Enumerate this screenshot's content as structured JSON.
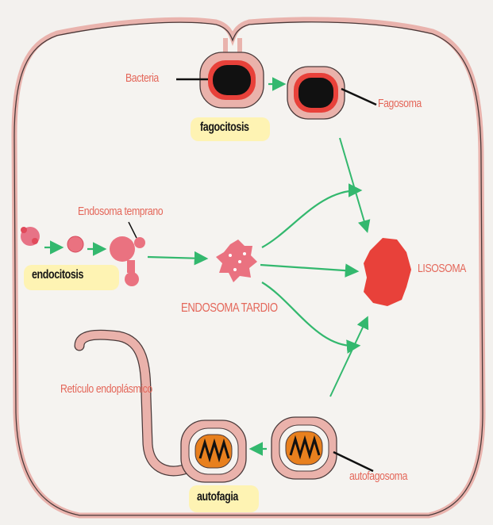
{
  "colors": {
    "background": "#f3f1ee",
    "membrane": "#e9b3ad",
    "membrane_edge": "#4a3a3a",
    "label_red": "#e4675a",
    "arrow_green": "#33b86e",
    "lysosome": "#e8413a",
    "highlight_yellow": "#fff2a8",
    "mitochondria_orange": "#e8801e"
  },
  "labels": {
    "bacteria": "Bacteria",
    "phagosome": "Fagosoma",
    "early_endosome": "Endosoma temprano",
    "late_endosome": "ENDOSOMA TARDIO",
    "lysosome": "LISOSOMA",
    "er": "Retículo endoplásmico",
    "autophagosome": "autofagosoma"
  },
  "processes": {
    "phagocytosis": "fagocitosis",
    "endocytosis": "endocitosis",
    "autophagy": "autofagia"
  },
  "icons": [
    "bacterium-icon",
    "mitochondrion-icon",
    "lysosome-icon"
  ]
}
